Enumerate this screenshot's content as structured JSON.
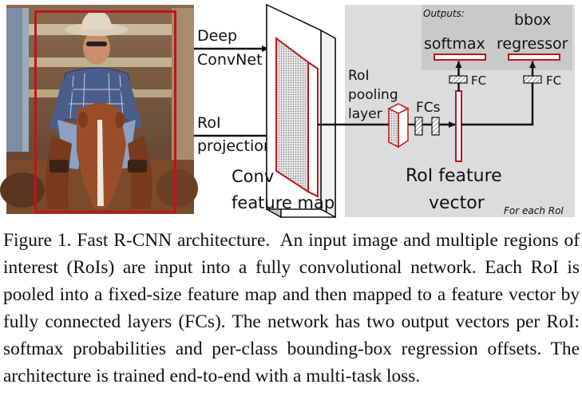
{
  "figure": {
    "labels": {
      "deep_convnet": [
        "Deep",
        "ConvNet"
      ],
      "roi_projection": [
        "RoI",
        "projection"
      ],
      "conv_feature_map": [
        "Conv",
        "feature map"
      ],
      "roi_pooling_layer": [
        "RoI",
        "pooling",
        "layer"
      ],
      "fcs": "FCs",
      "fc": "FC",
      "outputs": "Outputs:",
      "softmax": "softmax",
      "bbox_regressor": [
        "bbox",
        "regressor"
      ],
      "roi_feature_vector": [
        "RoI feature",
        "vector"
      ],
      "for_each_roi": "For each RoI"
    },
    "colors": {
      "roi_box": "#c0141b",
      "panel_bg": "#dcdcdc",
      "outputs_bg": "#c9c9c9",
      "arrow": "#111111"
    }
  },
  "caption": {
    "label": "Figure 1.",
    "title": "Fast R-CNN architecture.",
    "body": "An input image and multiple regions of interest (RoIs) are input into a fully convolutional network. Each RoI is pooled into a fixed-size feature map and then mapped to a feature vector by fully connected layers (FCs). The network has two output vectors per RoI: softmax probabilities and per-class bounding-box regression offsets. The architecture is trained end-to-end with a multi-task loss."
  }
}
